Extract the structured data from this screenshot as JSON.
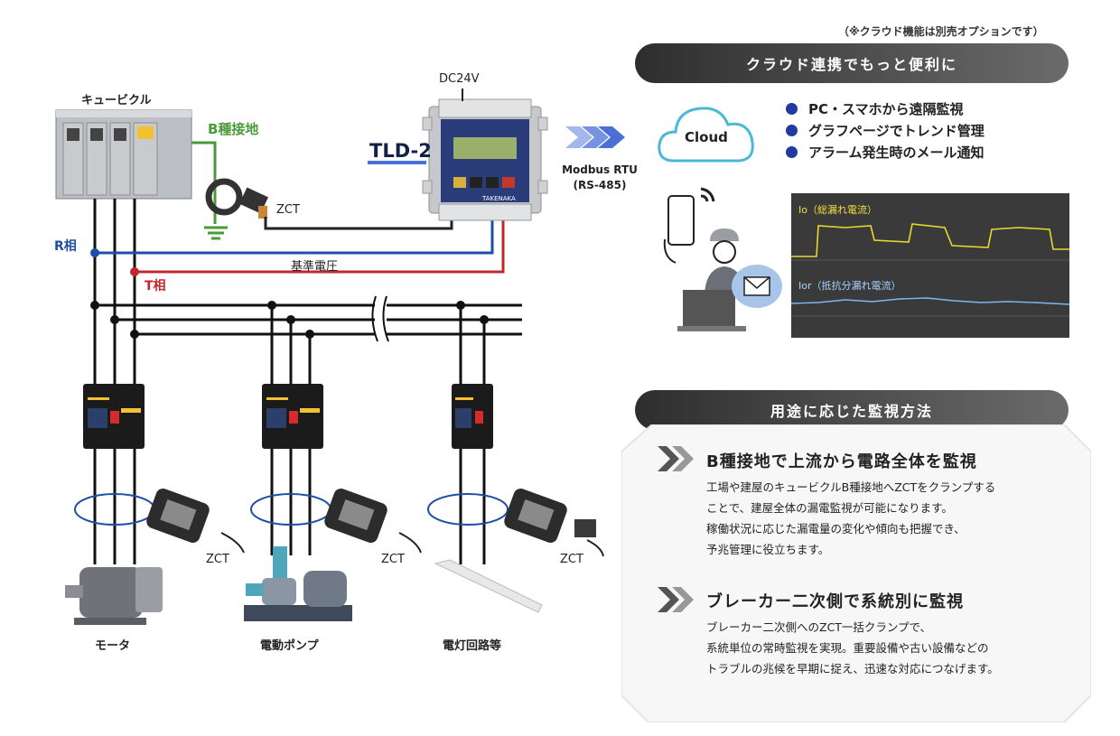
{
  "note": "（※クラウド機能は別売オプションです）",
  "cloud_header": "クラウド連携でもっと便利に",
  "cloud_label": "Cloud",
  "cloud_bullets": [
    "PC・スマホから遠隔監視",
    "グラフページでトレンド管理",
    "アラーム発生時のメール通知"
  ],
  "graph": {
    "label_top": "Io（総漏れ電流）",
    "label_bottom": "Ior（抵抗分漏れ電流）"
  },
  "diagram": {
    "cubicle": "キュービクル",
    "b_ground": "B種接地",
    "dc24v": "DC24V",
    "device": "TLD-2",
    "device_brand": "TAKENAKA",
    "modbus_line1": "Modbus RTU",
    "modbus_line2": "(RS-485)",
    "zct": "ZCT",
    "r_phase": "R相",
    "t_phase": "T相",
    "ref_voltage": "基準電圧",
    "load_motor": "モータ",
    "load_pump": "電動ポンプ",
    "load_light": "電灯回路等"
  },
  "usage_header": "用途に応じた監視方法",
  "sections": [
    {
      "title": "B種接地で上流から電路全体を監視",
      "lines": [
        "工場や建屋のキュービクルB種接地へZCTをクランプする",
        "ことで、建屋全体の漏電監視が可能になります。",
        "稼働状況に応じた漏電量の変化や傾向も把握でき、",
        "予兆管理に役立ちます。"
      ]
    },
    {
      "title": "ブレーカー二次側で系統別に監視",
      "lines": [
        "ブレーカー二次側へのZCT一括クランプで、",
        "系統単位の常時監視を実現。重要設備や古い設備などの",
        "トラブルの兆候を早期に捉え、迅速な対応につなげます。"
      ]
    }
  ],
  "colors": {
    "r_phase": "#1e4fa8",
    "t_phase": "#c0282d",
    "ground": "#4b9a3a",
    "bullet": "#1f3aa0",
    "arrow": "#4a6fd6"
  }
}
